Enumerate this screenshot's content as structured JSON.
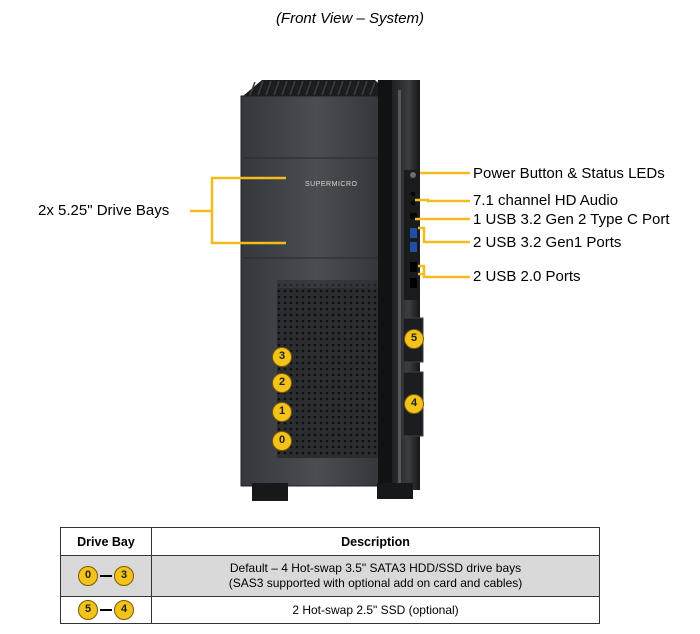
{
  "caption": "(Front View – System)",
  "left_label": "2x 5.25\" Drive Bays",
  "brand_logo": "SUPERMICRO",
  "right_labels": [
    "Power Button & Status LEDs",
    "7.1 channel HD Audio",
    "1 USB 3.2 Gen 2 Type C Port",
    "2 USB 3.2 Gen1 Ports",
    "2 USB 2.0 Ports"
  ],
  "bay_badges": [
    "3",
    "2",
    "1",
    "0"
  ],
  "ssd_badges": [
    "5",
    "4"
  ],
  "accent_color": "#f3c21b",
  "table": {
    "headers": [
      "Drive Bay",
      "Description"
    ],
    "rows": [
      {
        "from": "0",
        "to": "3",
        "line1": "Default – 4 Hot-swap 3.5\" SATA3 HDD/SSD drive bays",
        "line2": "(SAS3 supported with optional add on card and cables)"
      },
      {
        "from": "5",
        "to": "4",
        "line1": "2 Hot-swap 2.5\" SSD (optional)",
        "line2": ""
      }
    ]
  }
}
